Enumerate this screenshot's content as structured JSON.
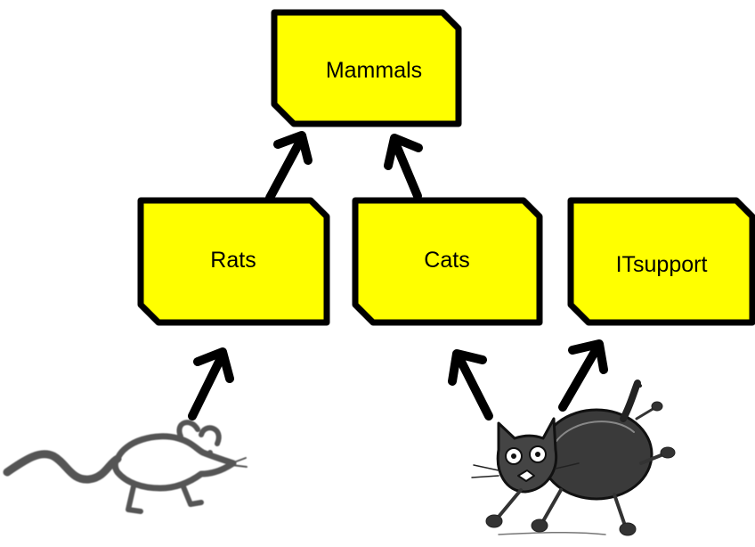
{
  "diagram": {
    "nodes": {
      "mammals": "Mammals",
      "rats": "Rats",
      "cats": "Cats",
      "itsupport": "ITsupport"
    },
    "colors": {
      "box_fill": "#ffff00",
      "box_stroke": "#000000",
      "arrow": "#000000",
      "rat_ink": "#555555",
      "cat_ink": "#2b2b2b"
    },
    "icons": {
      "rat": "rat-sketch",
      "cat": "cat-sketch"
    }
  }
}
